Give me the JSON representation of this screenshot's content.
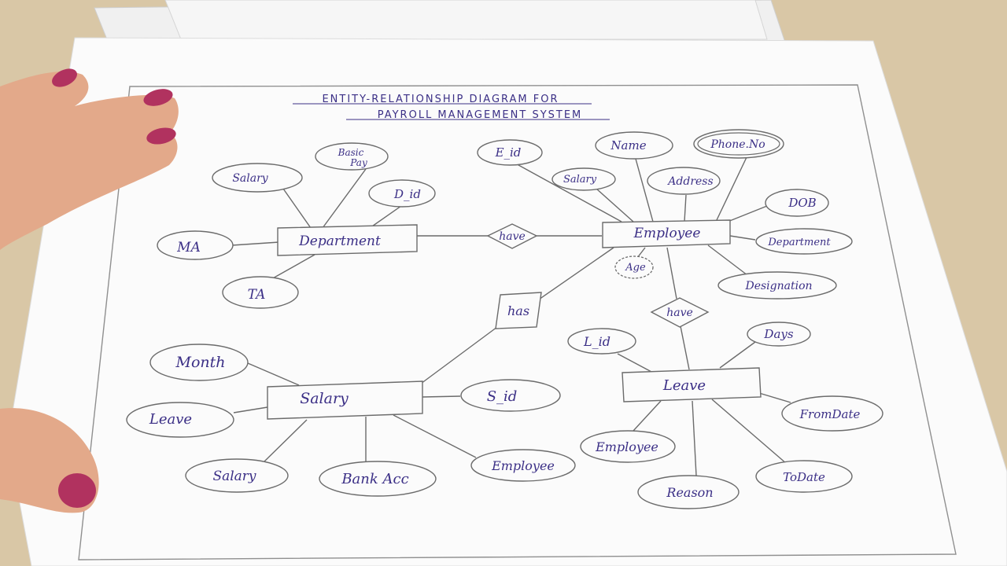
{
  "title": {
    "line1": "ENTITY-RELATIONSHIP DIAGRAM FOR",
    "line2": "PAYROLL MANAGEMENT SYSTEM"
  },
  "entities": {
    "department": "Department",
    "employee": "Employee",
    "salary": "Salary",
    "leave": "Leave"
  },
  "relationships": {
    "dept_emp": "have",
    "emp_salary": "has",
    "emp_leave": "have"
  },
  "attributes": {
    "dept_salary": "Salary",
    "dept_basic_pay_1": "Basic",
    "dept_basic_pay_2": "Pay",
    "dept_d_id": "D_id",
    "dept_ma": "MA",
    "dept_ta": "TA",
    "emp_e_id": "E_id",
    "emp_name": "Name",
    "emp_phone": "Phone.No",
    "emp_salary": "Salary",
    "emp_address": "Address",
    "emp_dob": "DOB",
    "emp_department": "Department",
    "emp_age": "Age",
    "emp_designation": "Designation",
    "sal_month": "Month",
    "sal_leave": "Leave",
    "sal_salary": "Salary",
    "sal_bank_acc": "Bank Acc",
    "sal_employee": "Employee",
    "sal_s_id": "S_id",
    "leave_l_id": "L_id",
    "leave_days": "Days",
    "leave_from_date": "FromDate",
    "leave_to_date": "ToDate",
    "leave_reason": "Reason",
    "leave_employee": "Employee"
  },
  "colors": {
    "ink": "#3b2f86",
    "nail": "#b1325f",
    "skin": "#e3a98a",
    "paper": "#fbfbfb",
    "desk": "#d9c7a6"
  }
}
